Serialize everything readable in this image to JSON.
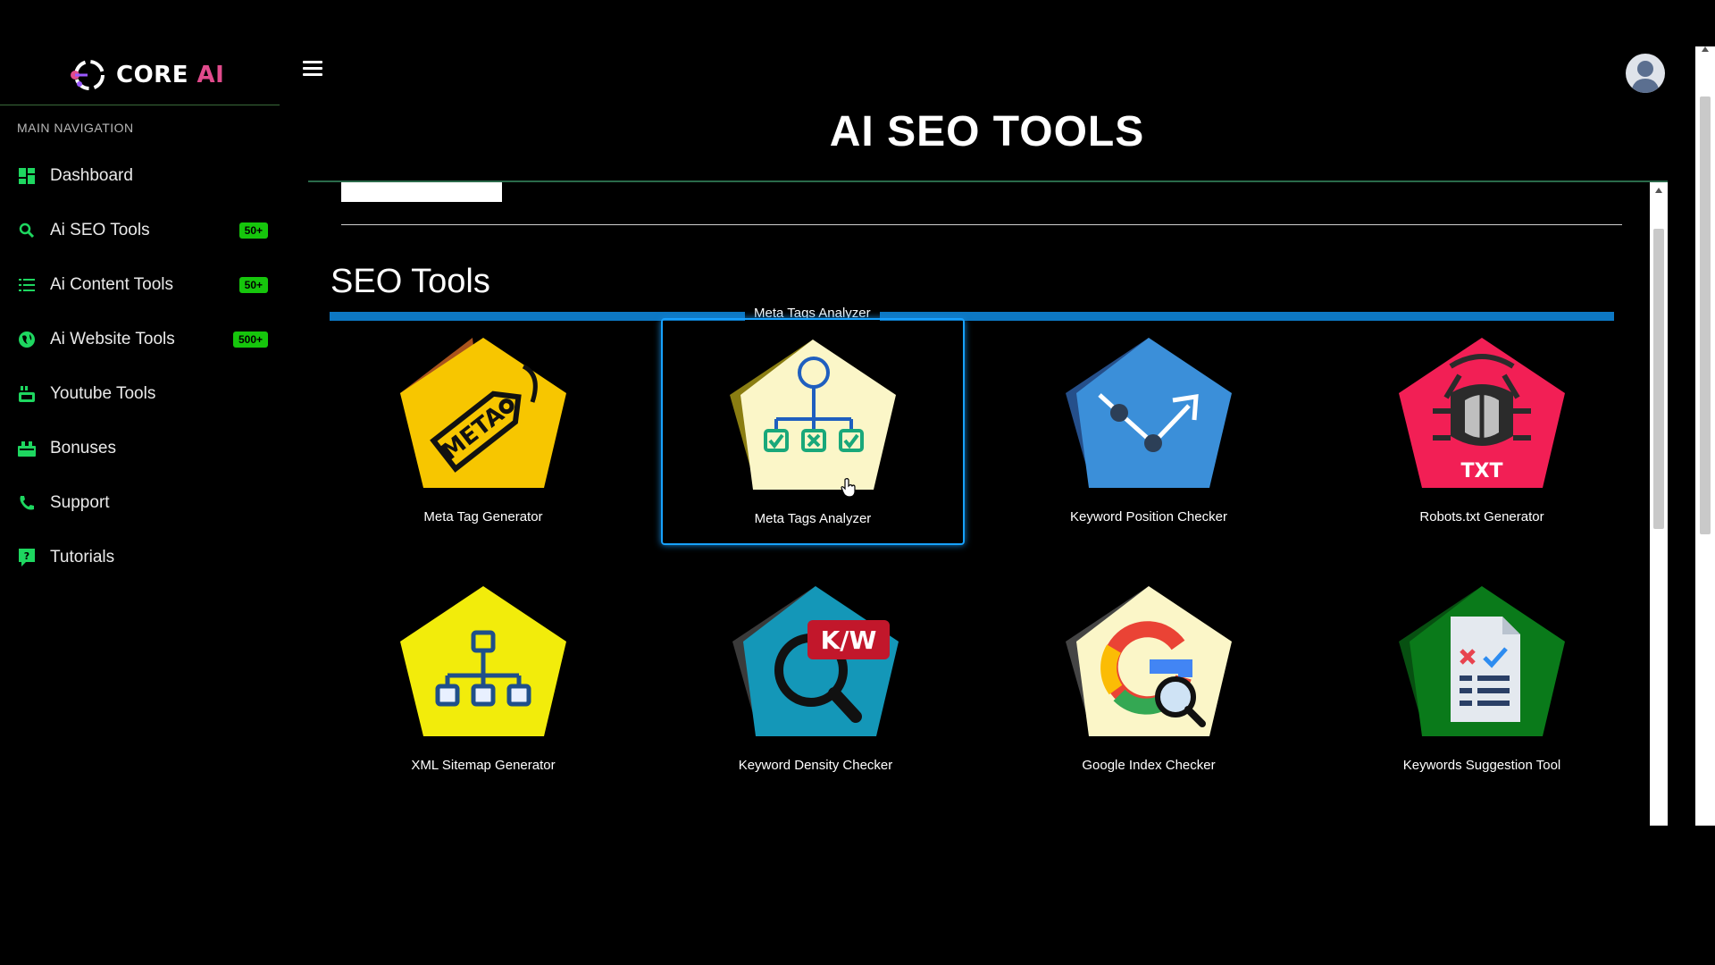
{
  "brand": {
    "name_main": "CORE",
    "name_accent": "AI"
  },
  "sidebar": {
    "heading": "MAIN NAVIGATION",
    "items": [
      {
        "label": "Dashboard",
        "icon": "dashboard-icon",
        "badge": ""
      },
      {
        "label": "Ai SEO Tools",
        "icon": "search-icon",
        "badge": "50+"
      },
      {
        "label": "Ai Content Tools",
        "icon": "list-icon",
        "badge": "50+"
      },
      {
        "label": "Ai Website Tools",
        "icon": "globe-icon",
        "badge": "500+"
      },
      {
        "label": "Youtube Tools",
        "icon": "youtube-icon",
        "badge": ""
      },
      {
        "label": "Bonuses",
        "icon": "gift-icon",
        "badge": ""
      },
      {
        "label": "Support",
        "icon": "phone-icon",
        "badge": ""
      },
      {
        "label": "Tutorials",
        "icon": "question-icon",
        "badge": ""
      }
    ]
  },
  "header": {
    "title": "AI SEO TOOLS"
  },
  "section": {
    "title": "SEO Tools",
    "hover_label": "Meta Tags Analyzer"
  },
  "tools": [
    {
      "label": "Meta Tag Generator",
      "icon": "meta-tag-icon",
      "color": "#f7c600",
      "active": false
    },
    {
      "label": "Meta Tags Analyzer",
      "icon": "sitemap-check-icon",
      "color": "#fbf6c8",
      "active": true
    },
    {
      "label": "Keyword Position Checker",
      "icon": "trend-arrow-icon",
      "color": "#3b8fd9",
      "active": false
    },
    {
      "label": "Robots.txt Generator",
      "icon": "bug-txt-icon",
      "color": "#f21f55",
      "active": false
    },
    {
      "label": "XML Sitemap Generator",
      "icon": "sitemap-icon",
      "color": "#f2ec0b",
      "active": false
    },
    {
      "label": "Keyword Density Checker",
      "icon": "kw-magnifier-icon",
      "color": "#1497b8",
      "active": false
    },
    {
      "label": "Google Index Checker",
      "icon": "google-search-icon",
      "color": "#fbf6c8",
      "active": false
    },
    {
      "label": "Keywords Suggestion Tool",
      "icon": "document-check-icon",
      "color": "#0a7a1a",
      "active": false
    }
  ],
  "icon_text": {
    "meta": "META",
    "txt": "TXT",
    "kw": "K/W"
  },
  "colors": {
    "accent_green": "#16c60c",
    "section_bar": "#0d78c4",
    "active_border": "#17a2ff"
  }
}
